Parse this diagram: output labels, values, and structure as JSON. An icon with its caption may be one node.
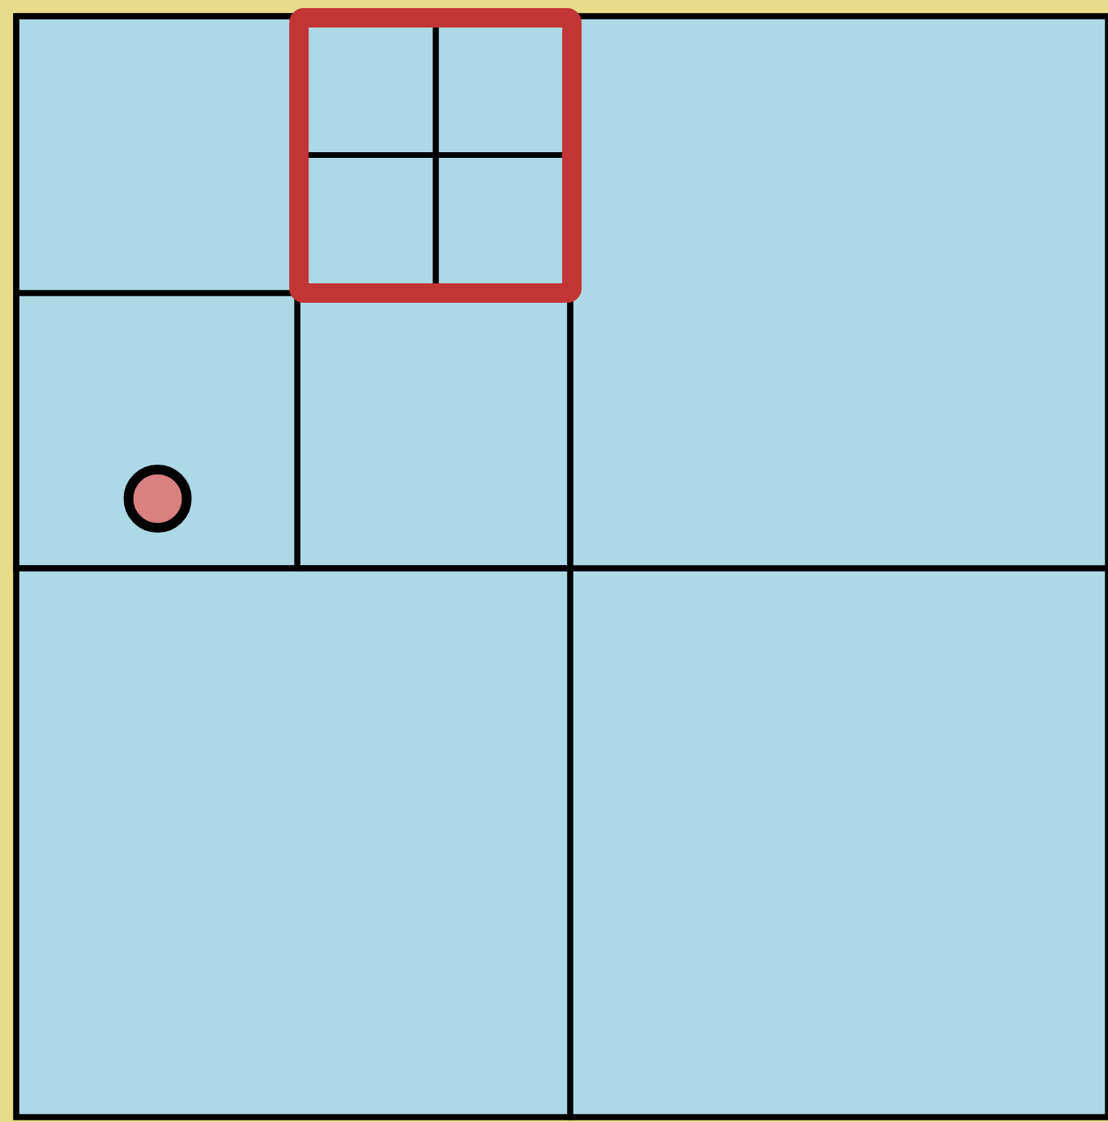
{
  "diagram": {
    "nodes": [
      {
        "text": [],
        "shape": "box"
      },
      {
        "text": [],
        "shape": "box",
        "in": 0
      },
      {
        "text": [],
        "shape": "box",
        "in": 0
      },
      {
        "text": [],
        "shape": "box",
        "in": 0
      },
      {
        "text": [],
        "shape": "box",
        "in": 0
      },
      {
        "text": [],
        "shape": "box",
        "in": 1
      },
      {
        "text": [],
        "shape": "box",
        "in": 1
      },
      {
        "text": [],
        "shape": "box",
        "in": 1
      },
      {
        "text": [],
        "shape": "box",
        "in": 1
      },
      {
        "text": [],
        "shape": "box",
        "in": 6
      },
      {
        "text": [],
        "shape": "box",
        "in": 6
      },
      {
        "text": [],
        "shape": "box",
        "in": 6
      },
      {
        "text": [],
        "shape": "box",
        "in": 6
      },
      {
        "text": [],
        "shape": "circle",
        "in": 7
      }
    ]
  }
}
